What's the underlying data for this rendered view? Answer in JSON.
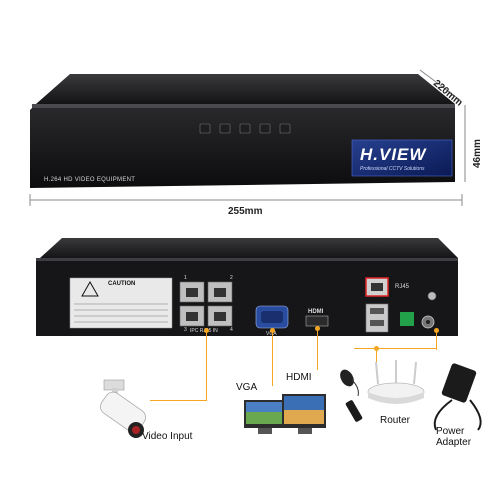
{
  "front": {
    "model_text": "H.264 HD VIDEO EQUIPMENT",
    "brand": "H.VIEW",
    "tagline": "Professional CCTV Solutions"
  },
  "dimensions": {
    "depth": "220mm",
    "height": "46mm",
    "width": "255mm"
  },
  "rear": {
    "caution_title": "CAUTION",
    "poe_label": "IPC RJ45 IN",
    "vga_label": "VGA",
    "hdmi_label": "HDMI",
    "rj45_label": "RJ45",
    "port_numbers": [
      "1",
      "2",
      "3",
      "4"
    ]
  },
  "callouts": {
    "video_input": "Video Input",
    "vga": "VGA",
    "hdmi": "HDMI",
    "router": "Router",
    "power_adapter": "Power Adapter"
  },
  "colors": {
    "accent": "#f5a623",
    "device": "#1b1b1d",
    "brand_blue": "#1a2f8a",
    "highlight": "#e02424"
  }
}
